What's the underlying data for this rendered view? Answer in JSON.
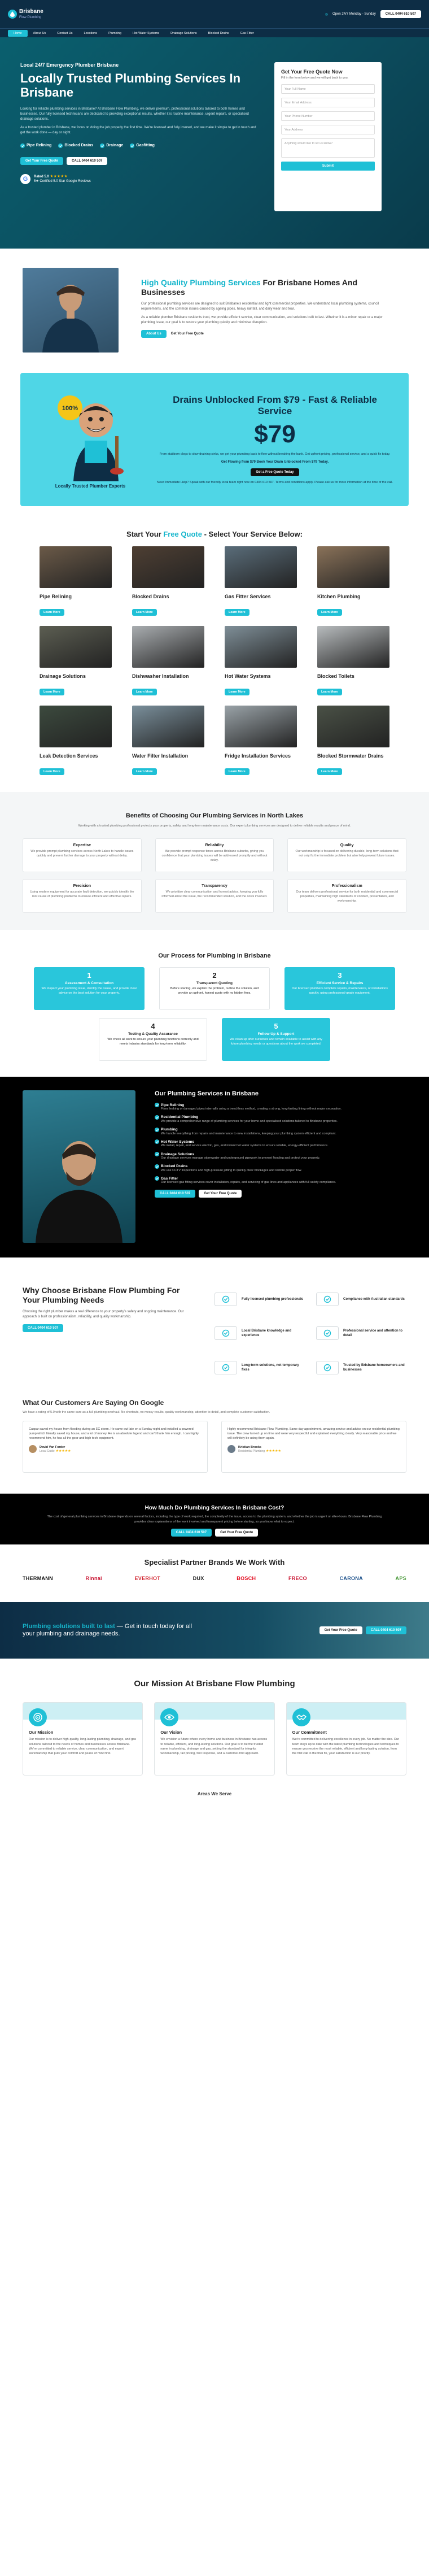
{
  "header": {
    "brand_name": "Brisbane",
    "brand_sub": "Flow Plumbing",
    "hours": "Open 24/7 Monday - Sunday",
    "call_label": "CALL 0404 610 507"
  },
  "nav": [
    "Home",
    "About Us",
    "Contact Us",
    "Locations",
    "Plumbing",
    "Hot Water Systems",
    "Drainage Solutions",
    "Blocked Drains",
    "Gas Fitter"
  ],
  "hero": {
    "tag": "Local 24/7 Emergency Plumber Brisbane",
    "title": "Locally Trusted Plumbing Services In Brisbane",
    "p1": "Looking for reliable plumbing services in Brisbane? At Brisbane Flow Plumbing, we deliver premium, professional solutions tailored to both homes and businesses. Our fully licensed technicians are dedicated to providing exceptional results, whether it is routine maintenance, urgent repairs, or specialised drainage solutions.",
    "p2": "As a trusted plumber in Brisbane, we focus on doing the job properly the first time. We're licensed and fully insured, and we make it simple to get in touch and get the work done — day or night.",
    "services": [
      "Pipe Relining",
      "Blocked Drains",
      "Drainage",
      "Gasfitting"
    ],
    "cta_quote": "Get Your Free Quote",
    "cta_call": "CALL 0404 610 507",
    "rating_score": "Rated 5.0",
    "rating_text": "5★ Certified 5.0 Star Google Reviews",
    "stars": "★★★★★"
  },
  "form": {
    "title": "Get Your Free Quote Now",
    "subtitle": "Fill in the form below and we will get back to you.",
    "fields": [
      "Your Full Name",
      "Your Email Address",
      "Your Phone Number",
      "Your Address",
      "Anything would like to let us know?"
    ],
    "submit": "Submit"
  },
  "about": {
    "title_hl": "High Quality Plumbing Services",
    "title_rest": "For Brisbane Homes And Businesses",
    "p1": "Our professional plumbing services are designed to suit Brisbane's residential and light commercial properties. We understand local plumbing systems, council requirements, and the common issues caused by ageing pipes, heavy rainfall, and daily wear and tear.",
    "p2": "As a reliable plumber Brisbane residents trust, we provide efficient service, clear communication, and solutions built to last. Whether it is a minor repair or a major plumbing issue, our goal is to restore your plumbing quickly and minimise disruption.",
    "cta_about": "About Us",
    "cta_quote": "Get Your Free Quote"
  },
  "drains": {
    "badge": "100%",
    "caption": "Locally Trusted Plumber Experts",
    "title": "Drains Unblocked From $79 - Fast & Reliable Service",
    "price": "$79",
    "p": "From stubborn clogs to slow-draining sinks, we get your plumbing back to flow without breaking the bank. Get upfront pricing, professional service, and a quick fix today.",
    "p2": "Get Flowing from $79 Book Your Drain Unblocked From $79 Today.",
    "cta": "Get a Free Quote Today",
    "note": "Need Immediate Help? Speak with our friendly local team right now on 0404 610 507. Terms and conditions apply. Please ask us for more information at the time of the call."
  },
  "services": {
    "title_pre": "Start Your",
    "title_hl": "Free Quote",
    "title_post": "- Select Your Service Below:",
    "more_label": "Learn More",
    "items": [
      {
        "name": "Pipe Relining",
        "color": "#6b5a48"
      },
      {
        "name": "Blocked Drains",
        "color": "#4e3f33"
      },
      {
        "name": "Gas Fitter Services",
        "color": "#5a6d7a"
      },
      {
        "name": "Kitchen Plumbing",
        "color": "#8a7259"
      },
      {
        "name": "Drainage Solutions",
        "color": "#5c5e52"
      },
      {
        "name": "Dishwasher Installation",
        "color": "#a9adb0"
      },
      {
        "name": "Hot Water Systems",
        "color": "#7f8f98"
      },
      {
        "name": "Blocked Toilets",
        "color": "#b8bcbe"
      },
      {
        "name": "Leak Detection Services",
        "color": "#3c4a3e"
      },
      {
        "name": "Water Filter Installation",
        "color": "#7a8f9b"
      },
      {
        "name": "Fridge Installation Services",
        "color": "#9aa3a8"
      },
      {
        "name": "Blocked Stormwater Drains",
        "color": "#4a5146"
      }
    ]
  },
  "benefits": {
    "title": "Benefits of Choosing Our Plumbing Services in North Lakes",
    "subtitle": "Working with a trusted plumbing professional protects your property, safety, and long-term maintenance costs. Our expert plumbing services are designed to deliver reliable results and peace of mind.",
    "items": [
      {
        "title": "Expertise",
        "text": "We provide prompt plumbing services across North Lakes to handle issues quickly and prevent further damage to your property without delay."
      },
      {
        "title": "Reliability",
        "text": "We provide prompt response times across Brisbane suburbs, giving you confidence that your plumbing issues will be addressed promptly and without delay."
      },
      {
        "title": "Quality",
        "text": "Our workmanship is focused on delivering durable, long-term solutions that not only fix the immediate problem but also help prevent future issues."
      },
      {
        "title": "Precision",
        "text": "Using modern equipment for accurate fault detection, we quickly identify the root cause of plumbing problems to ensure efficient and effective repairs."
      },
      {
        "title": "Transparency",
        "text": "We prioritise clear communication and honest advice, keeping you fully informed about the issue, the recommended solution, and the costs involved."
      },
      {
        "title": "Professionalism",
        "text": "Our team delivers professional service for both residential and commercial properties, maintaining high standards of conduct, presentation, and workmanship."
      }
    ]
  },
  "process": {
    "title": "Our Process for Plumbing in Brisbane",
    "steps": [
      {
        "num": "1",
        "title": "Assessment & Consultation",
        "text": "We inspect your plumbing issue, identify the cause, and provide clear advice on the best solution for your property."
      },
      {
        "num": "2",
        "title": "Transparent Quoting",
        "text": "Before starting, we explain the problem, outline the solution, and provide an upfront, honest quote with no hidden fees."
      },
      {
        "num": "3",
        "title": "Efficient Service & Repairs",
        "text": "Our licensed plumbers complete repairs, maintenance, or installations quickly, using professional-grade equipment."
      },
      {
        "num": "4",
        "title": "Testing & Quality Assurance",
        "text": "We check all work to ensure your plumbing functions correctly and meets industry standards for long-term reliability."
      },
      {
        "num": "5",
        "title": "Follow-Up & Support",
        "text": "We clean up after ourselves and remain available to assist with any future plumbing needs or questions about the work we completed."
      }
    ]
  },
  "dark": {
    "title": "Our Plumbing Services in Brisbane",
    "items": [
      {
        "title": "Pipe Relining",
        "text": "Fixes leaking or damaged pipes internally using a trenchless method, creating a strong, long-lasting lining without major excavation."
      },
      {
        "title": "Residential Plumbing",
        "text": "We provide a comprehensive range of plumbing services for your home and specialised solutions tailored to Brisbane properties."
      },
      {
        "title": "Plumbing",
        "text": "We handle everything from repairs and maintenance to new installations, keeping your plumbing system efficient and compliant."
      },
      {
        "title": "Hot Water Systems",
        "text": "We install, repair, and service electric, gas, and instant hot water systems to ensure reliable, energy-efficient performance."
      },
      {
        "title": "Drainage Solutions",
        "text": "Our drainage services manage stormwater and underground pipework to prevent flooding and protect your property."
      },
      {
        "title": "Blocked Drains",
        "text": "We use CCTV inspections and high-pressure jetting to quickly clear blockages and restore proper flow."
      },
      {
        "title": "Gas Fitter",
        "text": "Our licensed gas fitting services cover installation, repairs, and servicing of gas lines and appliances with full safety compliance."
      }
    ],
    "cta_call": "CALL 0404 610 507",
    "cta_quote": "Get Your Free Quote"
  },
  "why": {
    "title": "Why Choose Brisbane Flow Plumbing For Your Plumbing Needs",
    "p": "Choosing the right plumber makes a real difference to your property's safety and ongoing maintenance. Our approach is built on professionalism, reliability, and quality workmanship.",
    "cta": "CALL 0404 610 507",
    "items": [
      "Fully licensed plumbing professionals",
      "Compliance with Australian standards",
      "Local Brisbane knowledge and experience",
      "Professional service and attention to detail",
      "Long-term solutions, not temporary fixes",
      "Trusted by Brisbane homeowners and businesses"
    ]
  },
  "reviews": {
    "title": "What Our Customers Are Saying On Google",
    "subtitle": "We have a rating of 5.0 with the same care as a full plumbing overhaul. No shortcuts, no messy results, quality workmanship, attention to detail, and complete customer satisfaction.",
    "items": [
      {
        "text": "Caspar saved my house from flooding during an EC storm. He came out late on a Sunday night and installed a powered pump which literally saved my house, and a lot of money. He is an absolute legend and can't thank him enough. I can highly recommend him, he has all the gear and high tech equipment.",
        "author": "David Van Forder",
        "meta": "Local Guide"
      },
      {
        "text": "Highly recommend Brisbane Flow Plumbing. Same day appointment, amazing service and advice on our residential plumbing issue. The crew turned up on time and were very respectful and explained everything clearly. Very reasonable price and we will definitely be using them again.",
        "author": "Kristian Brooks",
        "meta": "Residential Plumbing"
      }
    ]
  },
  "cost": {
    "title": "How Much Do Plumbing Services In Brisbane Cost?",
    "p": "The cost of general plumbing services in Brisbane depends on several factors, including the type of work required, the complexity of the issue, access to the plumbing system, and whether the job is urgent or after-hours. Brisbane Flow Plumbing provides clear explanations of the work involved and transparent pricing before starting, so you know what to expect.",
    "cta_call": "CALL 0404 610 507",
    "cta_quote": "Get Your Free Quote"
  },
  "brands": {
    "title": "Specialist Partner Brands We Work With",
    "items": [
      {
        "name": "THERMANN",
        "color": "#111111"
      },
      {
        "name": "Rinnai",
        "color": "#c8102e"
      },
      {
        "name": "EVERHOT",
        "color": "#d22630"
      },
      {
        "name": "DUX",
        "color": "#111111"
      },
      {
        "name": "BOSCH",
        "color": "#e20015"
      },
      {
        "name": "FRECO",
        "color": "#c8102e"
      },
      {
        "name": "CARONA",
        "color": "#1a4f8a"
      },
      {
        "name": "APS",
        "color": "#4a9a3a"
      }
    ]
  },
  "banner": {
    "hl": "Plumbing solutions built to last",
    "rest": " — Get in touch today for all your plumbing and drainage needs.",
    "cta_quote": "Get Your Free Quote",
    "cta_call": "CALL 0404 610 507"
  },
  "mission": {
    "title": "Our Mission At Brisbane Flow Plumbing",
    "items": [
      {
        "title": "Our Mission",
        "text": "Our mission is to deliver high-quality, long-lasting plumbing, drainage, and gas solutions tailored to the needs of homes and businesses across Brisbane. We're committed to reliable service, clear communication, and expert workmanship that puts your comfort and peace of mind first."
      },
      {
        "title": "Our Vision",
        "text": "We envision a future where every home and business in Brisbane has access to reliable, efficient, and long-lasting solutions. Our goal is to be the trusted name in plumbing, drainage and gas, setting the standard for integrity, workmanship, fair pricing, fast response, and a customer-first approach."
      },
      {
        "title": "Our Commitment",
        "text": "We're committed to delivering excellence in every job. No matter the size. Our team stays up to date with the latest plumbing technologies and techniques to ensure you receive the most reliable, efficient and long-lasting solution, from the first call to the final fix, your satisfaction is our priority."
      }
    ],
    "footer": "Areas We Serve"
  },
  "colors": {
    "accent": "#1fc0d6",
    "navy": "#0d2d45",
    "hero": "#0a5f6e"
  }
}
